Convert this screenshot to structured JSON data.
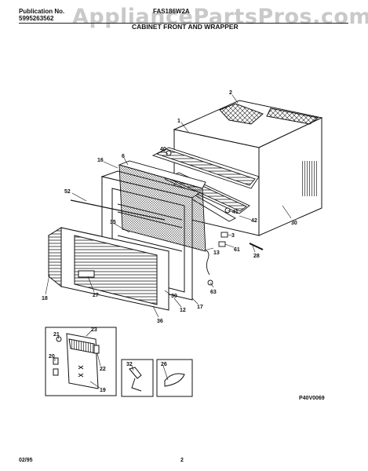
{
  "header": {
    "publication_label": "Publication No.",
    "publication_number": "5995263562",
    "model": "FAS186W2A",
    "section_title": "CABINET FRONT AND WRAPPER",
    "watermark": "AppliancePartsPros.com"
  },
  "callouts": [
    "2",
    "1",
    "40",
    "16",
    "6",
    "52",
    "41",
    "42",
    "30",
    "35",
    "3",
    "61",
    "13",
    "28",
    "18",
    "27",
    "39",
    "12",
    "17",
    "63",
    "36",
    "23",
    "21",
    "22",
    "20",
    "19",
    "32",
    "26"
  ],
  "footer": {
    "figure_code": "P40V0069",
    "date": "02/95",
    "page": "2"
  }
}
